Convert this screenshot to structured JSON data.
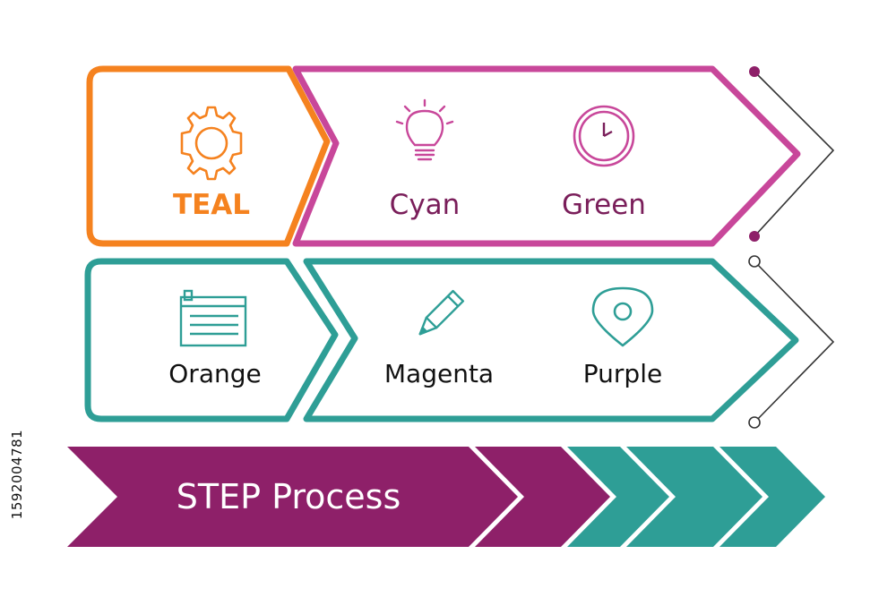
{
  "colors": {
    "orange": "#F5821F",
    "magenta": "#C8479A",
    "teal": "#2E9E96",
    "purple": "#8E2069",
    "maroon": "#7A1E5A",
    "dark": "#111111",
    "line": "#333333"
  },
  "row1": {
    "box1": {
      "label": "TEAL",
      "icon": "gear-icon"
    },
    "item1": {
      "label": "Cyan",
      "icon": "lightbulb-icon"
    },
    "item2": {
      "label": "Green",
      "icon": "clock-icon"
    }
  },
  "row2": {
    "box1": {
      "label": "Orange",
      "icon": "notepad-icon"
    },
    "item1": {
      "label": "Magenta",
      "icon": "pencil-icon"
    },
    "item2": {
      "label": "Purple",
      "icon": "location-pin-icon"
    }
  },
  "banner": {
    "label": "STEP Process"
  },
  "side_id": "1592004781"
}
